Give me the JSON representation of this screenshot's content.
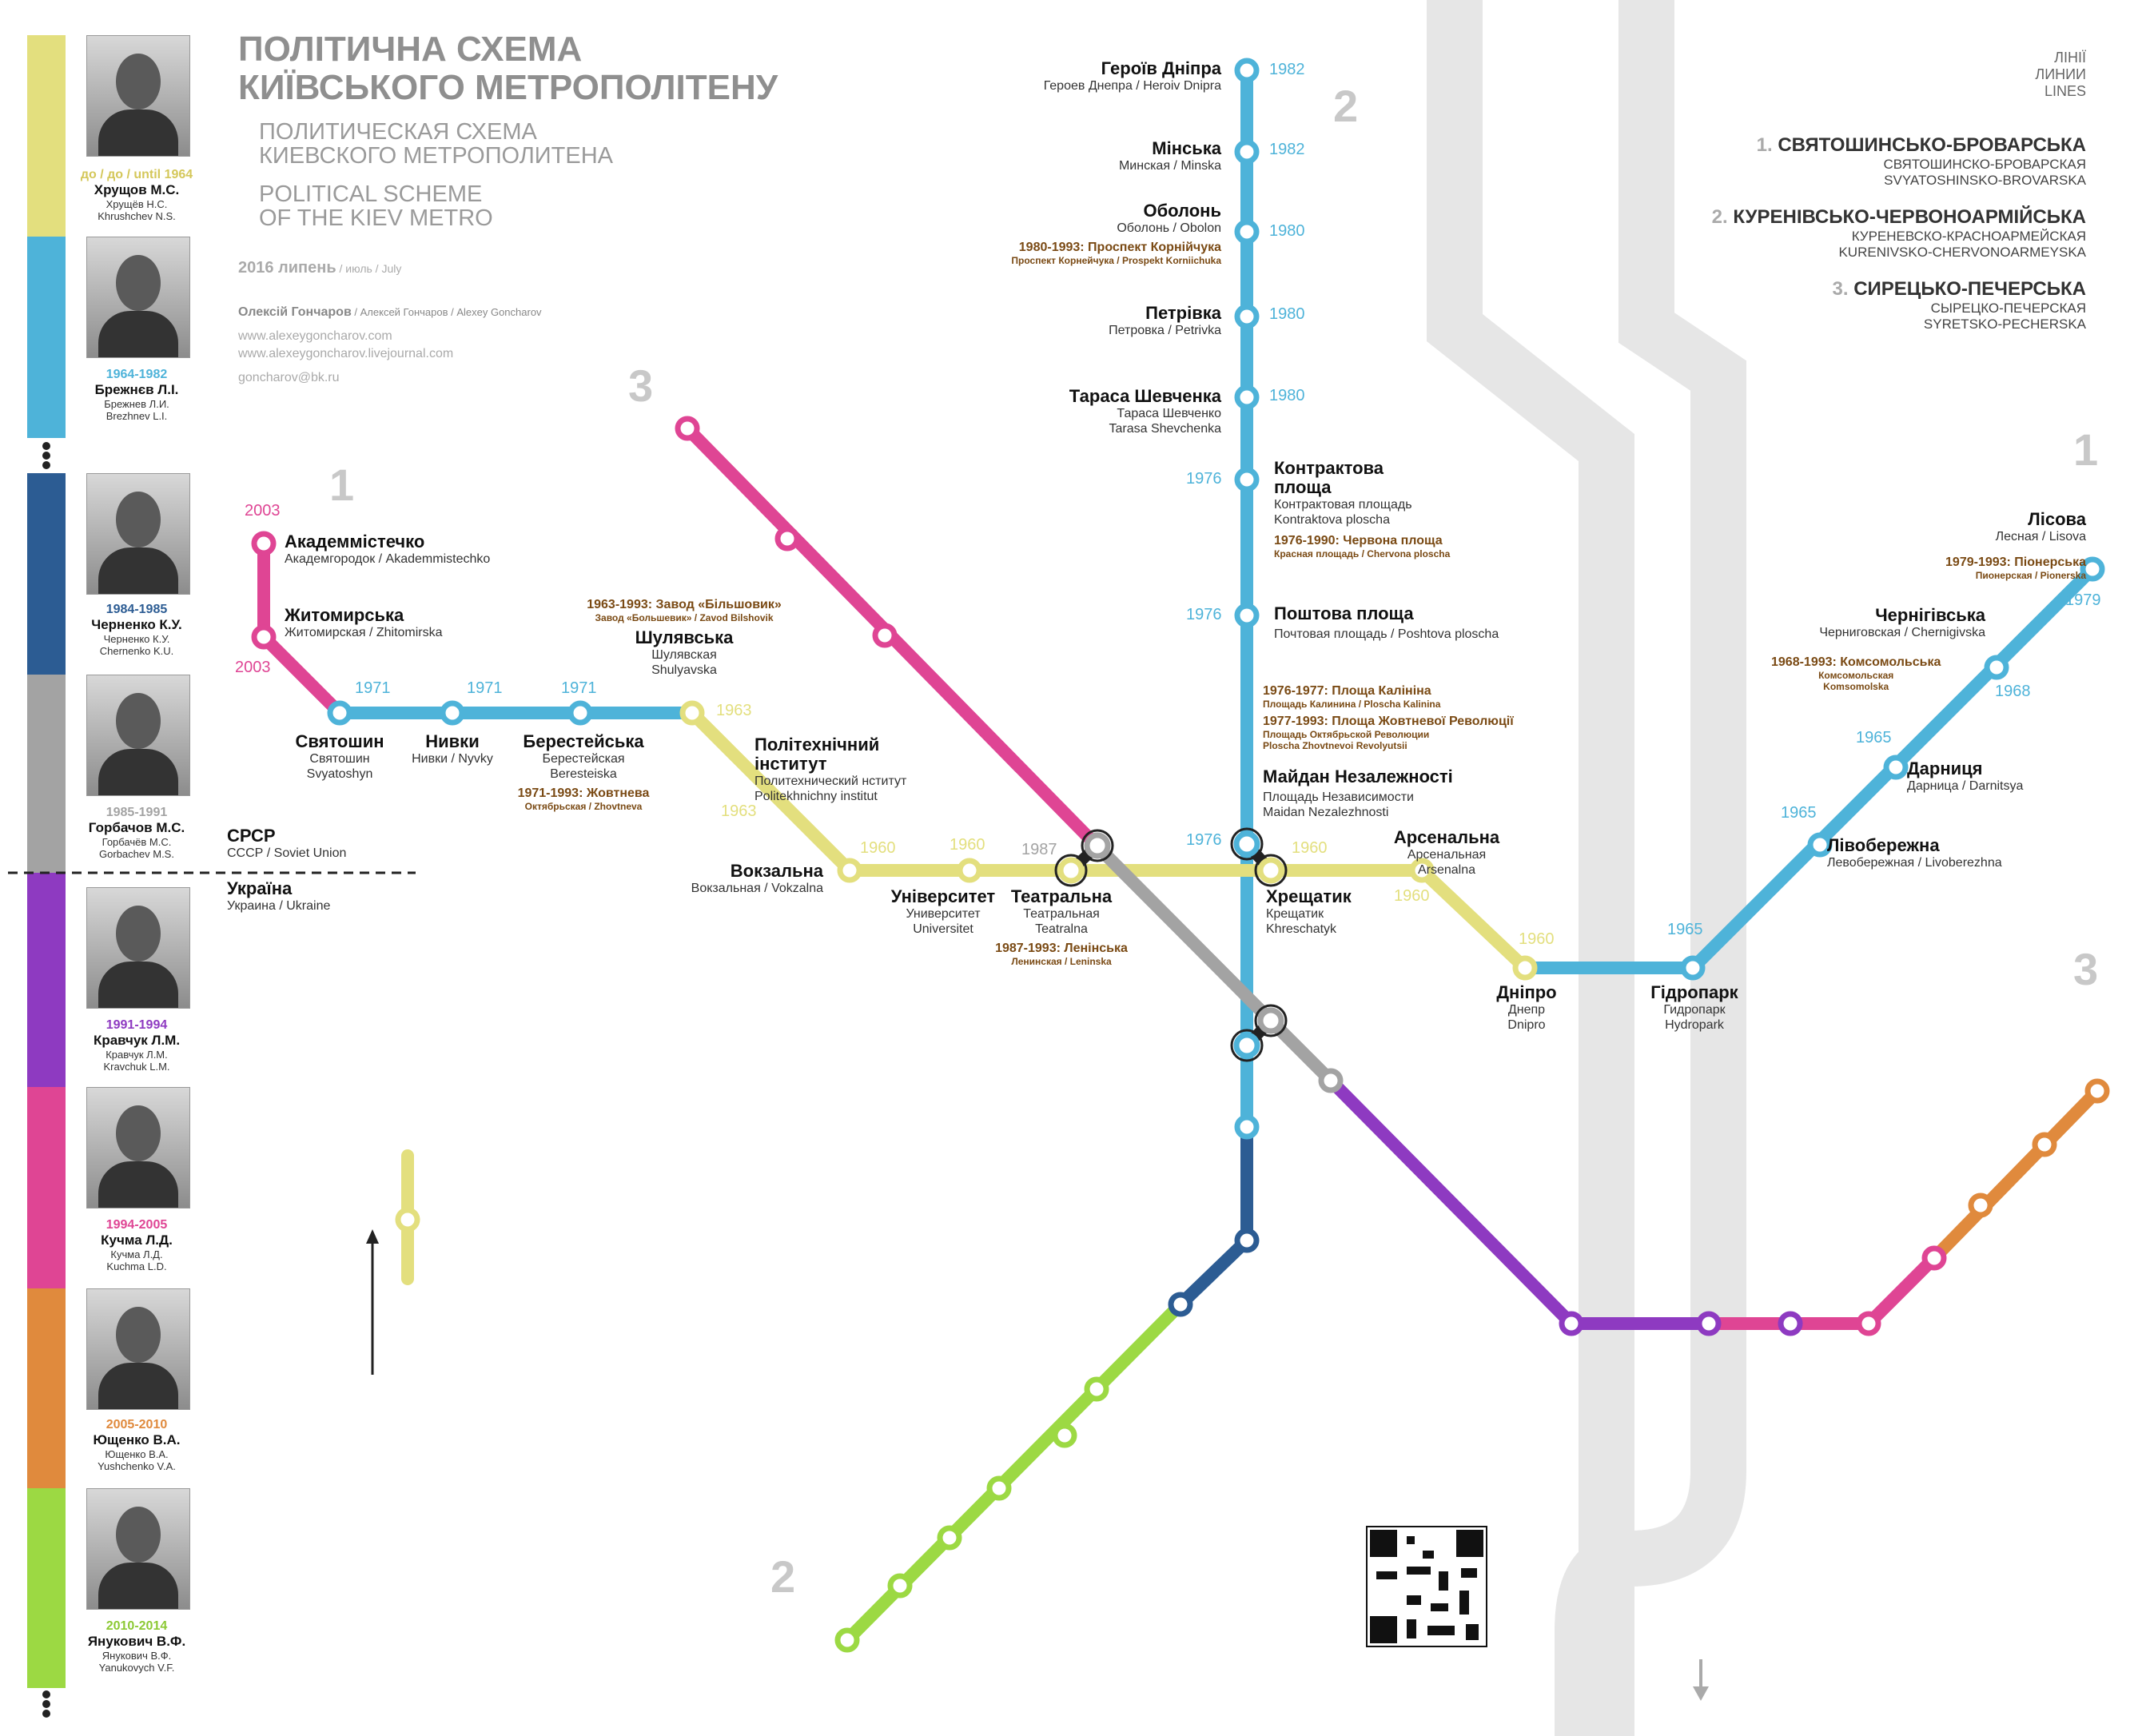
{
  "title": {
    "ua": [
      "ПОЛІТИЧНА СХЕМА",
      "КИЇВСЬКОГО МЕТРОПОЛІТЕНУ"
    ],
    "ru": [
      "ПОЛИТИЧЕСКАЯ СХЕМА",
      "КИЕВСКОГО МЕТРОПОЛИТЕНА"
    ],
    "en": [
      "POLITICAL SCHEME",
      "OF THE KIEV METRO"
    ]
  },
  "meta": {
    "date_bold": "2016 липень",
    "date_rest": " / июль / July",
    "author_bold": "Олексій Гончаров",
    "author_rest": " / Алексей Гончаров / Alexey Goncharov",
    "site1": "www.alexeygoncharov.com",
    "site2": "www.alexeygoncharov.livejournal.com",
    "email": "goncharov@bk.ru"
  },
  "colors": {
    "khrushchev": "#e3df7e",
    "brezhnev": "#4eb3d9",
    "chernenko": "#2c5c93",
    "gorbachev": "#a3a3a3",
    "kravchuk": "#8e3ac1",
    "kuchma": "#df4594",
    "yushchenko": "#e08a3d",
    "yanukovych": "#9cd943",
    "period_label": "#7a4a14",
    "grey_text": "#aaaaaa"
  },
  "leaders": [
    {
      "years": "до / до / until 1964",
      "name": "Хрущов М.С.",
      "ru": "Хрущёв Н.С.",
      "en": "Khrushchev N.S."
    },
    {
      "years": "1964-1982",
      "name": "Брежнєв Л.І.",
      "ru": "Брежнев Л.И.",
      "en": "Brezhnev L.I."
    },
    {
      "years": "1984-1985",
      "name": "Черненко К.У.",
      "ru": "Черненко К.У.",
      "en": "Chernenko K.U."
    },
    {
      "years": "1985-1991",
      "name": "Горбачов М.С.",
      "ru": "Горбачёв М.С.",
      "en": "Gorbachev M.S."
    },
    {
      "years": "1991-1994",
      "name": "Кравчук Л.М.",
      "ru": "Кравчук Л.М.",
      "en": "Kravchuk L.M."
    },
    {
      "years": "1994-2005",
      "name": "Кучма Л.Д.",
      "ru": "Кучма Л.Д.",
      "en": "Kuchma L.D."
    },
    {
      "years": "2005-2010",
      "name": "Ющенко В.А.",
      "ru": "Ющенко В.А.",
      "en": "Yushchenko V.A."
    },
    {
      "years": "2010-2014",
      "name": "Янукович В.Ф.",
      "ru": "Янукович В.Ф.",
      "en": "Yanukovych V.F."
    }
  ],
  "countries": {
    "ussr": "СРСР",
    "ussr_alt": "СССР / Soviet Union",
    "ukraine": "Україна",
    "ukraine_alt": "Украина / Ukraine"
  },
  "legend": {
    "head": [
      "ЛІНІЇ",
      "ЛИНИИ",
      "LINES"
    ],
    "lines": [
      {
        "num": "1.",
        "name": "СВЯТОШИНСЬКО-БРОВАРСЬКА",
        "ru": "СВЯТОШИНСКО-БРОВАРСКАЯ",
        "en": "SVYATOSHINSKO-BROVARSKA"
      },
      {
        "num": "2.",
        "name": "КУРЕНІВСЬКО-ЧЕРВОНОАРМІЙСЬКА",
        "ru": "КУРЕНЕВСКО-КРАСНОАРМЕЙСКАЯ",
        "en": "KURENIVSKO-CHERVONOARMEYSKA"
      },
      {
        "num": "3.",
        "name": "СИРЕЦЬКО-ПЕЧЕРСЬКА",
        "ru": "СЫРЕЦКО-ПЕЧЕРСКАЯ",
        "en": "SYRETSKO-PECHERSKA"
      }
    ]
  },
  "line_numbers": {
    "l2_top": "2",
    "l3_left": "3",
    "l1_left": "1",
    "l1_right": "1",
    "l3_right": "3",
    "l2_bottom": "2"
  },
  "stations": {
    "heroiv": {
      "name": "Героїв Дніпра",
      "alt": "Героев Днепра / Heroiv Dnipra",
      "year": "1982"
    },
    "minska": {
      "name": "Мінська",
      "alt": "Минская / Minska",
      "year": "1982"
    },
    "obolon": {
      "name": "Оболонь",
      "alt": "Оболонь / Obolon",
      "year": "1980",
      "old1": "1980-1993: Проспект Корнійчука",
      "old2": "Проспект Корнейчука / Prospekt Korniichuka"
    },
    "petrivka": {
      "name": "Петрівка",
      "alt": "Петровка / Petrivka",
      "year": "1980"
    },
    "tarasa": {
      "name": "Тараса Шевченка",
      "alt": "Тараса Шевченко",
      "alt2": "Tarasa Shevchenka",
      "year": "1980"
    },
    "kontraktova": {
      "name1": "Контрактова",
      "name2": "площа",
      "alt": "Контрактовая площадь",
      "alt2": "Kontraktova ploscha",
      "year": "1976",
      "old1": "1976-1990: Червона площа",
      "old2": "Красная площадь / Chervona ploscha"
    },
    "poshtova": {
      "name": "Поштова площа",
      "alt": "Почтовая площадь / Poshtova ploscha",
      "year": "1976",
      "old1a": "1976-1977: Площа Калініна",
      "old2a": "Площадь Калинина / Ploscha Kalinina",
      "old1b": "1977-1993: Площа Жовтневої Революції",
      "old2b": "Площадь Октябрьской Революции",
      "old3b": "Ploscha Zhovtnevoi Revolyutsii"
    },
    "maidan": {
      "name": "Майдан Незалежності",
      "alt": "Площадь Независимости",
      "alt2": "Maidan Nezalezhnosti",
      "year": "1976"
    },
    "akadem": {
      "name": "Академмістечко",
      "alt": "Академгородок / Akademmistechko",
      "year": "2003"
    },
    "zhytomyrska": {
      "name": "Житомирська",
      "alt": "Житомирская / Zhitomirska",
      "year": "2003"
    },
    "sviatoshyn": {
      "name": "Святошин",
      "alt": "Святошин",
      "alt2": "Svyatoshyn",
      "year": "1971"
    },
    "nyvky": {
      "name": "Нивки",
      "alt": "Нивки / Nyvky",
      "year": "1971"
    },
    "beresteiska": {
      "name": "Берестейська",
      "alt": "Берестейская",
      "alt2": "Beresteiska",
      "year": "1971",
      "old1": "1971-1993: Жовтнева",
      "old2": "Октябрьская / Zhovtneva"
    },
    "shuliavska": {
      "name": "Шулявська",
      "alt": "Шулявская",
      "alt2": "Shulyavska",
      "year": "1963",
      "old1": "1963-1993: Завод «Більшовик»",
      "old2": "Завод «Большевик» / Zavod Bilshovik"
    },
    "polytech": {
      "name1": "Політехнічний",
      "name2": "інститут",
      "alt": "Политехнический нститут",
      "alt2": "Politekhnichny institut",
      "year": "1963"
    },
    "vokzalna": {
      "name": "Вокзальна",
      "alt": "Вокзальная / Vokzalna",
      "year": "1960"
    },
    "universytet": {
      "name": "Університет",
      "alt": "Университет",
      "alt2": "Universitet",
      "year": "1960"
    },
    "teatralna": {
      "name": "Театральна",
      "alt": "Театральная",
      "alt2": "Teatralna",
      "year": "1987",
      "old1": "1987-1993: Ленінська",
      "old2": "Ленинская / Leninska"
    },
    "khreshchatyk": {
      "name": "Хрещатик",
      "alt": "Крещатик",
      "alt2": "Khreschatyk",
      "year": "1960"
    },
    "arsenalna": {
      "name": "Арсенальна",
      "alt": "Арсенальная",
      "alt2": "Arsenalna",
      "year": "1960"
    },
    "dnipro": {
      "name": "Дніпро",
      "alt": "Днепр",
      "alt2": "Dnipro",
      "year": "1960"
    },
    "hidropark": {
      "name": "Гідропарк",
      "alt": "Гидропарк",
      "alt2": "Hydropark",
      "year": "1965"
    },
    "livoberezhna": {
      "name": "Лівобережна",
      "alt": "Левобережная / Livoberezhna",
      "year": "1965"
    },
    "darnytsia": {
      "name": "Дарниця",
      "alt": "Дарница / Darnitsya",
      "year": "1965"
    },
    "chernihivska": {
      "name": "Чернігівська",
      "alt": "Черниговская / Chernigivska",
      "year": "1968",
      "old1": "1968-1993: Комсомольська",
      "old2": "Комсомольская",
      "old3": "Komsomolska"
    },
    "lisova": {
      "name": "Лісова",
      "alt": "Лесная / Lisova",
      "year": "1979",
      "old1": "1979-1993: Піонерська",
      "old2": "Пионерская / Pionerska"
    }
  }
}
